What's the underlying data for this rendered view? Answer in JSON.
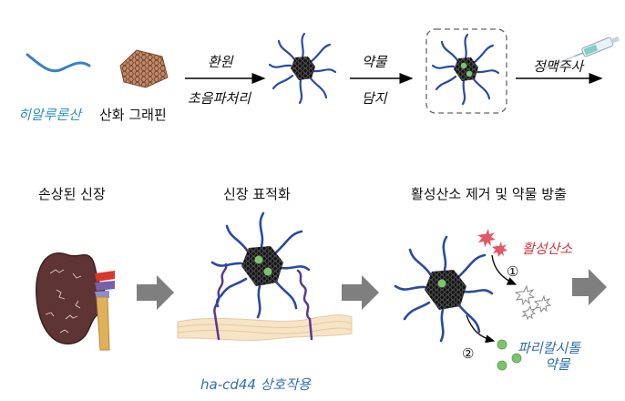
{
  "top_row": {
    "hyaluronic_acid": "히알루론산",
    "graphene_oxide": "산화 그래핀",
    "step1_top": "환원",
    "step1_bottom": "초음파처리",
    "step2_top": "약물",
    "step2_bottom": "담지",
    "step3": "정맥주사"
  },
  "bottom_row": {
    "panel1_title": "손상된 신장",
    "panel2_title": "신장 표적화",
    "panel3_title": "활성산소 제거 및 약물 방출",
    "interaction_label": "ha-cd44 상호작용",
    "ros_label": "활성산소",
    "step_one": "①",
    "step_two": "②",
    "drug_label_line1": "파리칼시톨",
    "drug_label_line2": "약물"
  },
  "colors": {
    "hyaluronic_blue": "#2f8fc6",
    "ros_red": "#d2363f",
    "drug_green": "#7bc46c",
    "strand_blue": "#2a4aa0",
    "kidney_brown": "#5e3434",
    "arrow_gray": "#7f7f7f",
    "cd44_purple": "#5b3a8e",
    "membrane_tan": "#f3dcb8"
  }
}
